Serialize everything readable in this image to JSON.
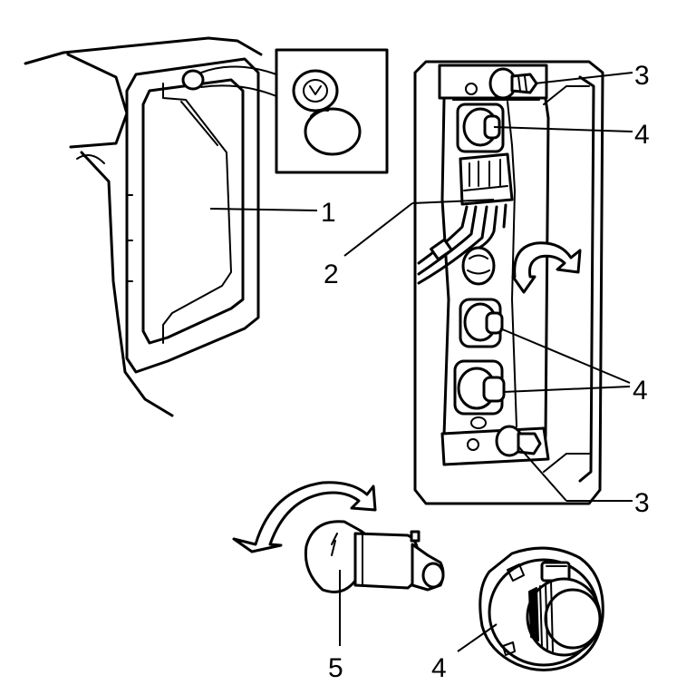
{
  "callouts": [
    {
      "id": "1",
      "label": "1"
    },
    {
      "id": "2",
      "label": "2"
    },
    {
      "id": "3a",
      "label": "3"
    },
    {
      "id": "3b",
      "label": "3"
    },
    {
      "id": "4a",
      "label": "4"
    },
    {
      "id": "4b",
      "label": "4"
    },
    {
      "id": "4c",
      "label": "4"
    },
    {
      "id": "5",
      "label": "5"
    }
  ],
  "colors": {
    "ink": "#000000",
    "paper": "#ffffff"
  }
}
